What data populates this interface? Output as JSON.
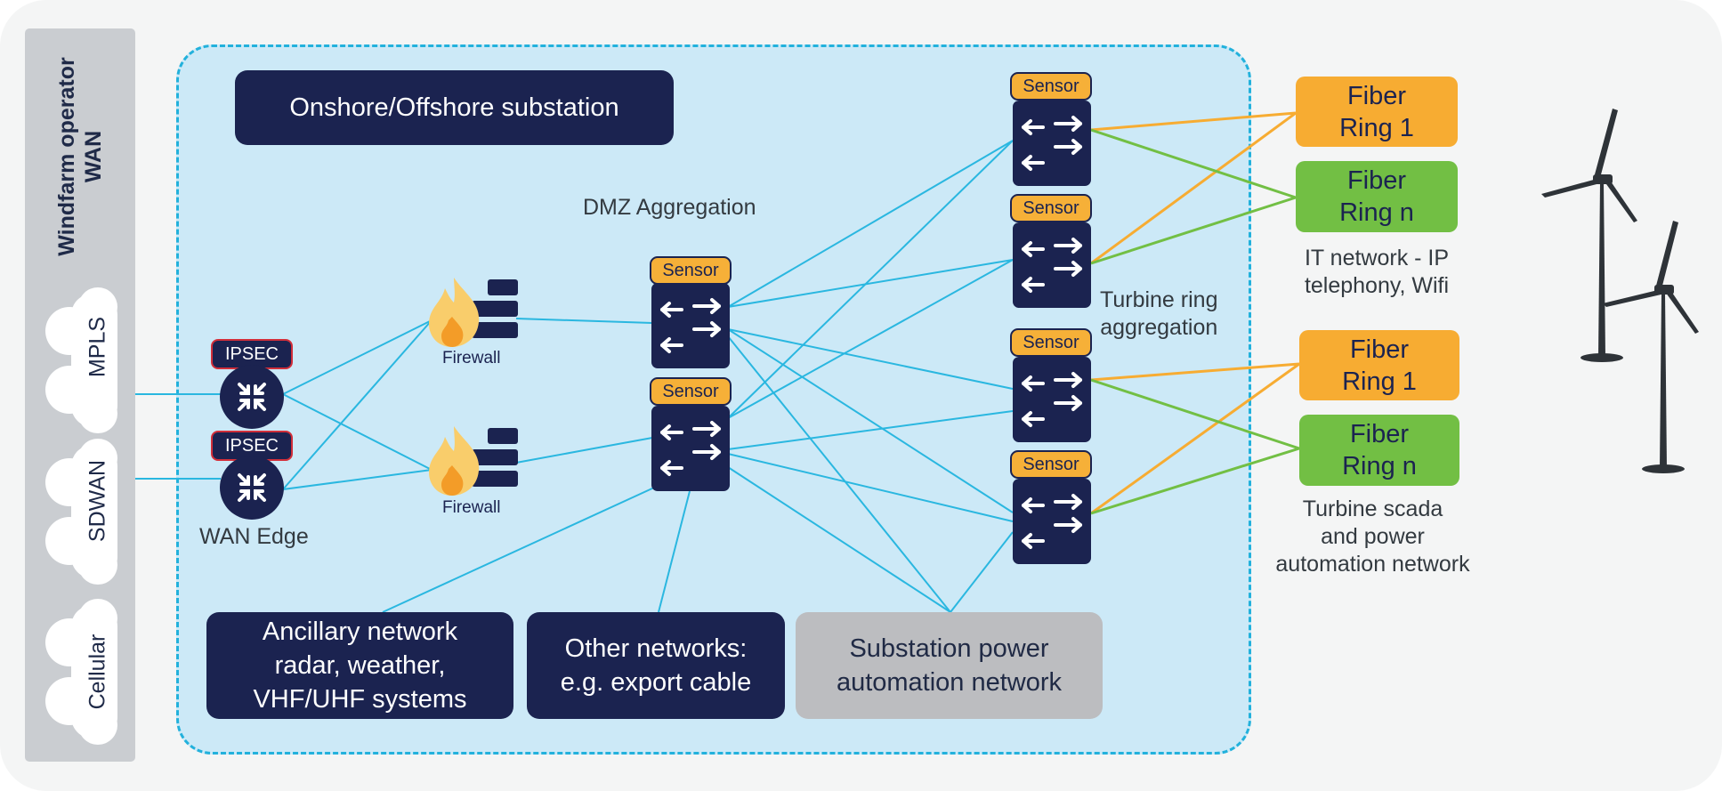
{
  "wan": {
    "title": "Windfarm operator\nWAN",
    "clouds": [
      "MPLS",
      "SDWAN",
      "Cellular"
    ]
  },
  "substation": {
    "title": "Onshore/Offshore substation"
  },
  "dmz": {
    "label": "DMZ Aggregation"
  },
  "turbine_ring": {
    "label": "Turbine ring\naggregation"
  },
  "wan_edge": {
    "label": "WAN Edge",
    "ipsec_labels": [
      "IPSEC",
      "IPSEC"
    ]
  },
  "firewalls": [
    "Firewall",
    "Firewall"
  ],
  "sensor_label": "Sensor",
  "networks": {
    "ancillary": "Ancillary network\nradar, weather,\nVHF/UHF systems",
    "other": "Other networks:\ne.g. export cable",
    "substation_power": "Substation power\nautomation network"
  },
  "fiber_rings": [
    {
      "label": "Fiber\nRing 1",
      "color": "#f7ac32"
    },
    {
      "label": "Fiber\nRing n",
      "color": "#72bf44"
    },
    {
      "label": "Fiber\nRing 1",
      "color": "#f7ac32"
    },
    {
      "label": "Fiber\nRing n",
      "color": "#72bf44"
    }
  ],
  "captions": {
    "it_network": "IT network - IP\ntelephony, Wifi",
    "scada": "Turbine scada\nand power\nautomation network"
  },
  "colors": {
    "navy": "#1b2350",
    "link_blue": "#2ab7e0",
    "zone_fill": "#cce9f7",
    "orange": "#f7ac32",
    "green": "#72bf44",
    "ipsec_border": "#d22f3a"
  },
  "icons": [
    "cloud-icon",
    "router-icon",
    "firewall-icon",
    "switch-icon",
    "wind-turbine-icon"
  ]
}
